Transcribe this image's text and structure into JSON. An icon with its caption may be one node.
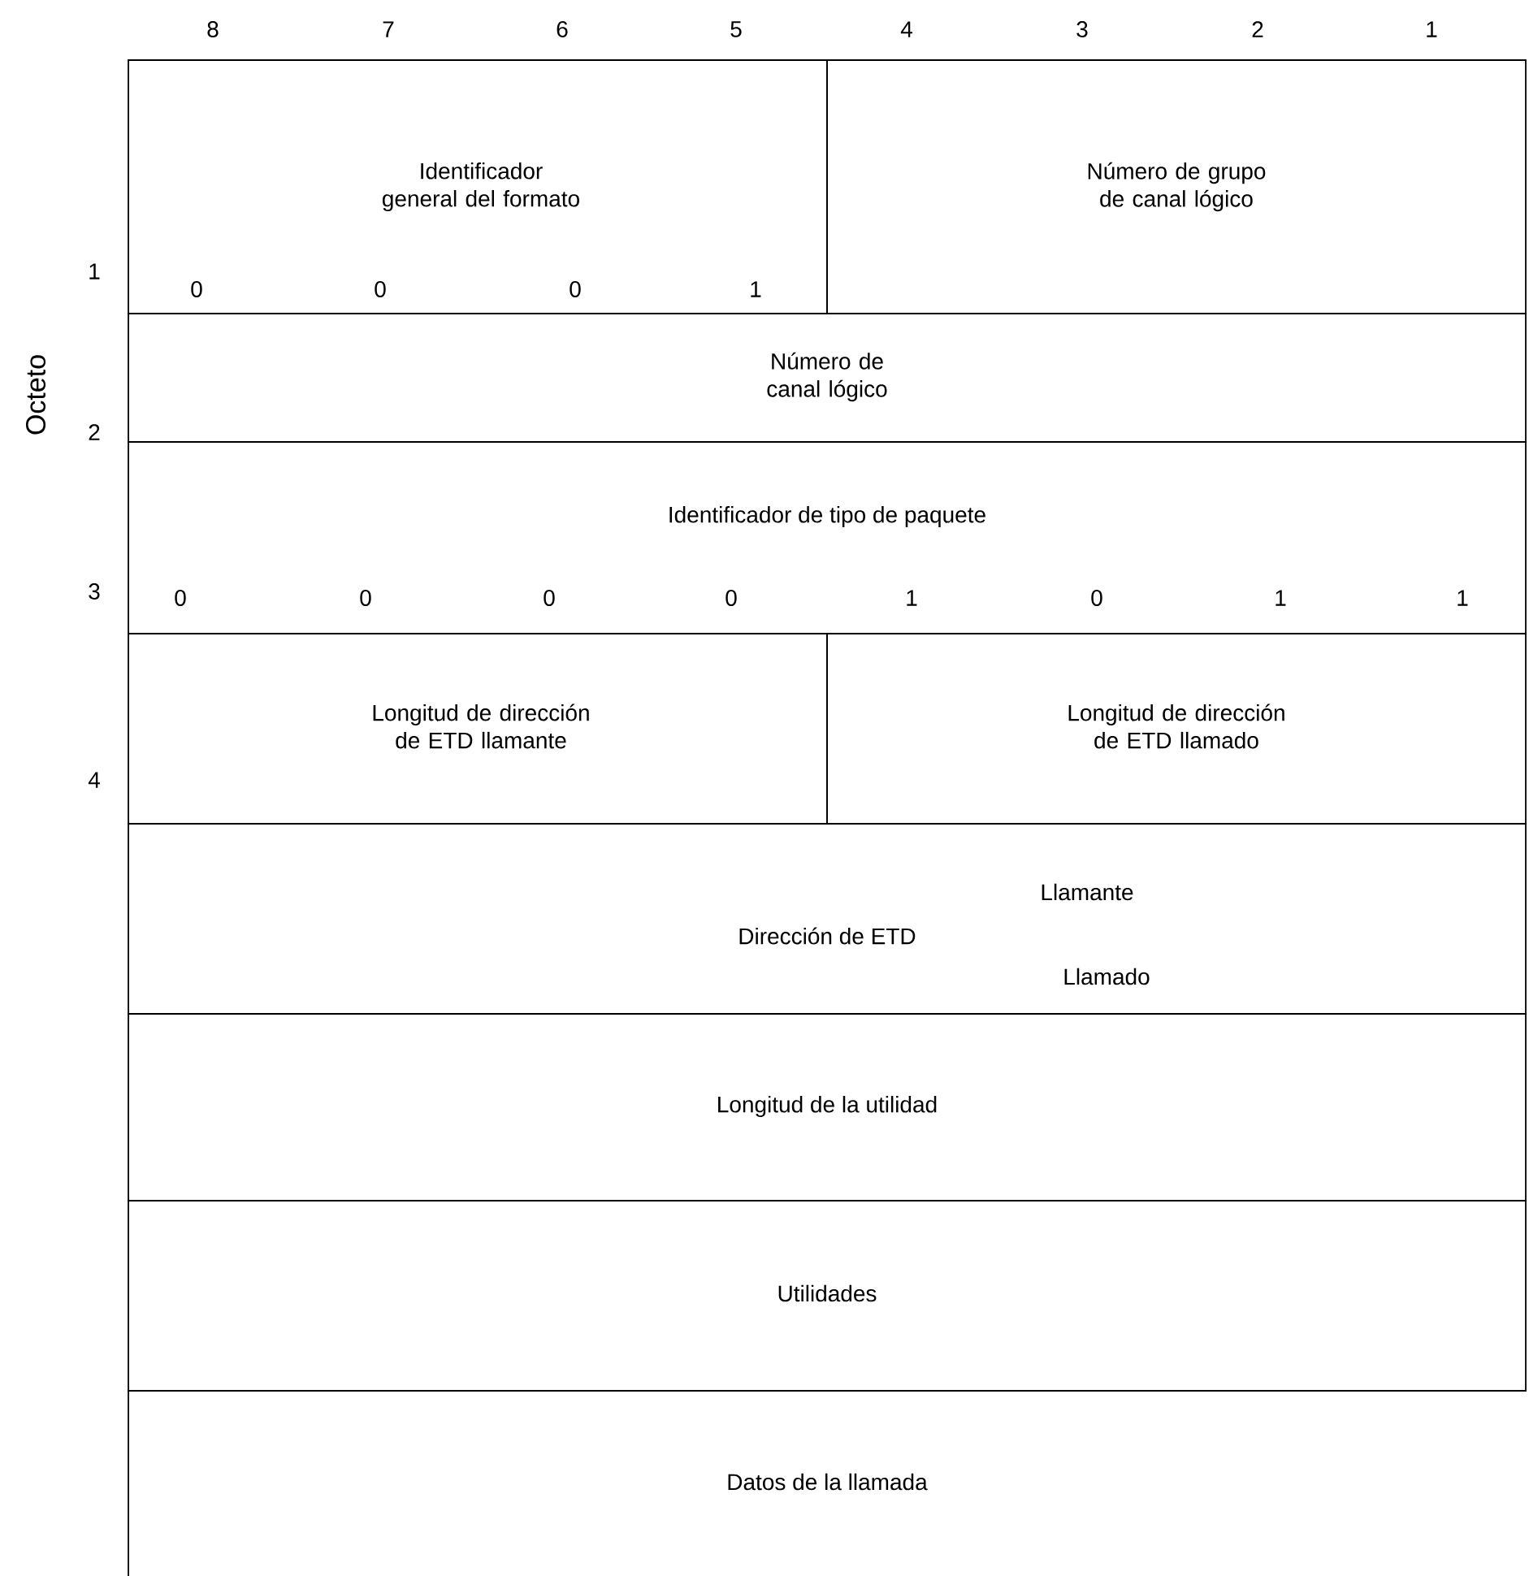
{
  "diagram": {
    "nodes": [
      {
        "text": [
          "Identificador general del formato",
          "0",
          "0",
          "0",
          "1"
        ]
      },
      {
        "text": [
          "Número de grupo de canal lógico"
        ]
      },
      {
        "text": [
          "Número de canal lógico"
        ]
      },
      {
        "text": [
          "Identificador de tipo de paquete",
          "0",
          "0",
          "0",
          "0",
          "1",
          "0",
          "1",
          "1"
        ]
      },
      {
        "text": [
          "Longitud de dirección de ETD llamante"
        ]
      },
      {
        "text": [
          "Longitud de dirección de ETD llamado"
        ]
      },
      {
        "text": [
          "Dirección de ETD",
          "Llamante",
          "Llamado"
        ]
      },
      {
        "text": [
          "Longitud de la utilidad"
        ]
      },
      {
        "text": [
          "Utilidades"
        ]
      },
      {
        "text": [
          "Datos de la llamada"
        ]
      }
    ],
    "labels": [
      "8",
      "7",
      "6",
      "5",
      "4",
      "3",
      "2",
      "1",
      "1",
      "Octeto",
      "2",
      "3",
      "4"
    ]
  }
}
